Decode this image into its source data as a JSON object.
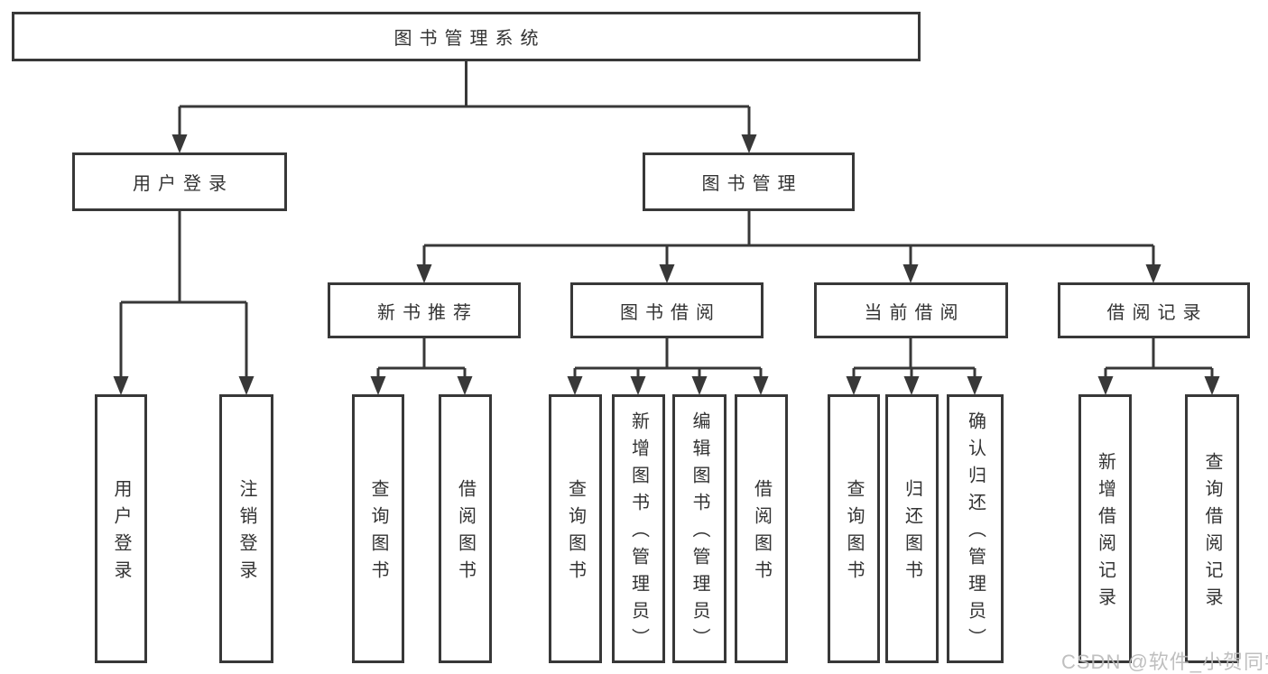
{
  "colors": {
    "line": "#383838",
    "box_border": "#383838",
    "text": "#333333",
    "background": "#ffffff",
    "watermark": "#bababa"
  },
  "watermark": "CSDN @软件_小贺同学",
  "tree": {
    "root": {
      "label": "图书管理系统",
      "children": [
        {
          "label": "用户登录",
          "children": [
            {
              "label": "用户登录"
            },
            {
              "label": "注销登录"
            }
          ]
        },
        {
          "label": "图书管理",
          "children": [
            {
              "label": "新书推荐",
              "children": [
                {
                  "label": "查询图书"
                },
                {
                  "label": "借阅图书"
                }
              ]
            },
            {
              "label": "图书借阅",
              "children": [
                {
                  "label": "查询图书"
                },
                {
                  "label": "新增图书（管理员）"
                },
                {
                  "label": "编辑图书（管理员）"
                },
                {
                  "label": "借阅图书"
                }
              ]
            },
            {
              "label": "当前借阅",
              "children": [
                {
                  "label": "查询图书"
                },
                {
                  "label": "归还图书"
                },
                {
                  "label": "确认归还（管理员）"
                }
              ]
            },
            {
              "label": "借阅记录",
              "children": [
                {
                  "label": "新增借阅记录"
                },
                {
                  "label": "查询借阅记录"
                }
              ]
            }
          ]
        }
      ]
    }
  }
}
